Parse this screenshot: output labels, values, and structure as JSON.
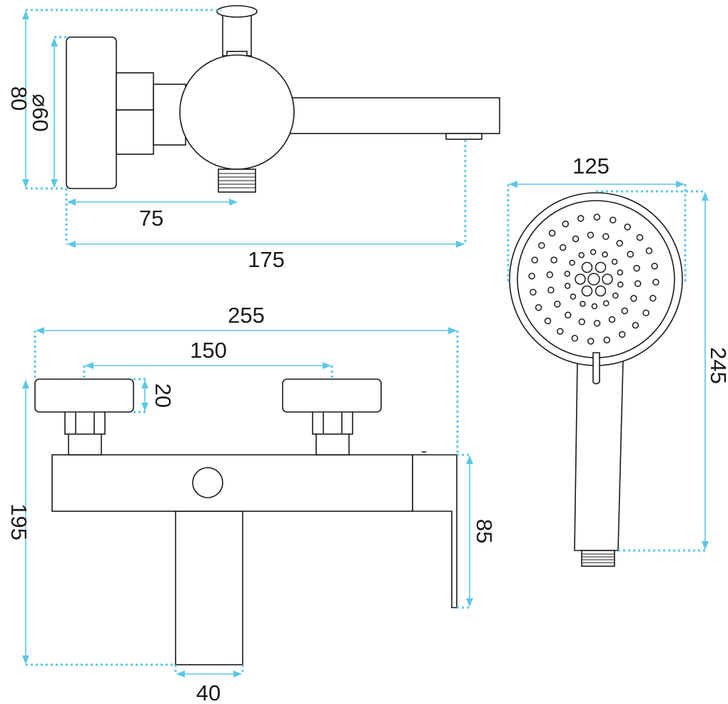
{
  "dimensions": {
    "side_height": "80",
    "side_diameter": "⌀60",
    "side_depth": "75",
    "side_spout_length": "175",
    "head_width": "125",
    "head_length": "245",
    "front_width": "255",
    "front_handle_spacing": "150",
    "front_handle_thickness": "20",
    "front_height": "195",
    "front_lever_height": "85",
    "front_outlet_width": "40"
  },
  "colors": {
    "dimension_line": "#5bc7e6",
    "outline": "#1a1a1a",
    "background": "#ffffff"
  }
}
